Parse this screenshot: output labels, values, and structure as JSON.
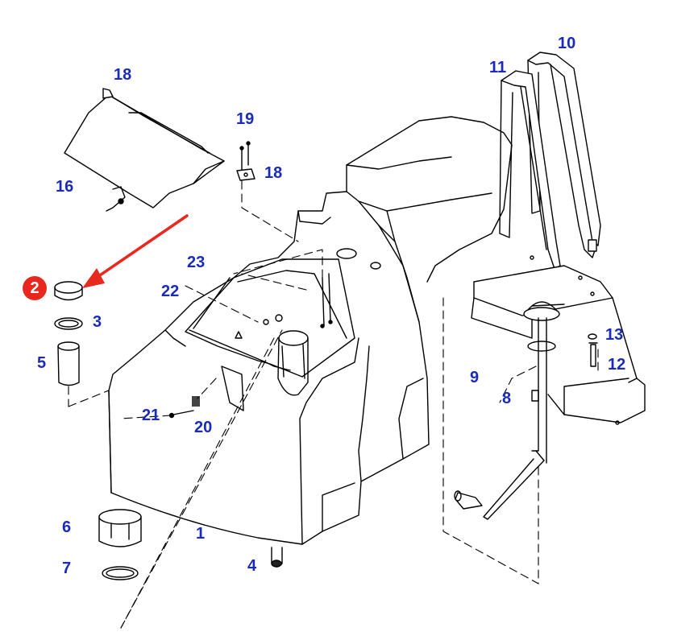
{
  "diagram": {
    "callouts": {
      "c1": "1",
      "c3": "3",
      "c4": "4",
      "c5": "5",
      "c6": "6",
      "c7": "7",
      "c8": "8",
      "c9": "9",
      "c10": "10",
      "c11": "11",
      "c12": "12",
      "c13": "13",
      "c16": "16",
      "c18a": "18",
      "c18b": "18",
      "c19": "19",
      "c20": "20",
      "c21": "21",
      "c22": "22",
      "c23": "23"
    },
    "highlight": {
      "badge_label": "2",
      "badge_color": "#e8281e",
      "arrow_color": "#e8281e"
    },
    "label_color": "#1a2bb8",
    "line_color": "#000000"
  }
}
